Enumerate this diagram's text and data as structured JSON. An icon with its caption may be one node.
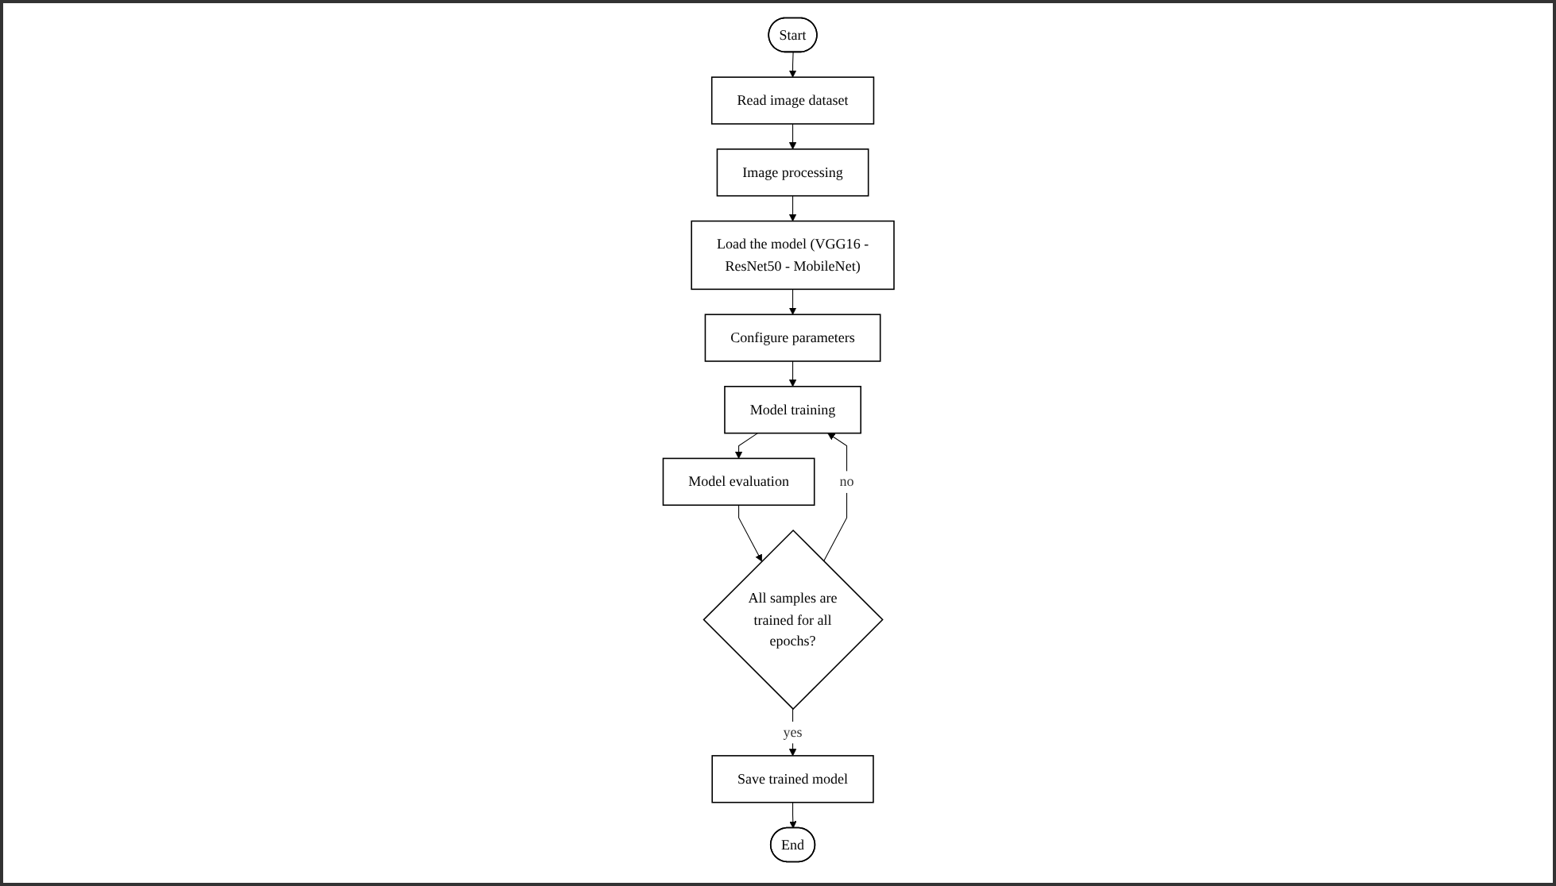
{
  "diagram": {
    "nodes": [
      {
        "text": [
          "Start"
        ]
      },
      {
        "text": [
          "Read image dataset"
        ]
      },
      {
        "text": [
          "Image processing"
        ]
      },
      {
        "text": [
          "Load the model (VGG16 - ResNet50 - MobileNet)"
        ]
      },
      {
        "text": [
          "Configure parameters"
        ]
      },
      {
        "text": [
          "Model training"
        ]
      },
      {
        "text": [
          "Model evaluation"
        ]
      },
      {
        "text": [
          "All samples are trained for all epochs?"
        ]
      },
      {
        "text": [
          "Save trained model"
        ]
      },
      {
        "text": [
          "End"
        ]
      }
    ],
    "edges": [
      {
        "from": 0,
        "to": 1,
        "arrow": "to"
      },
      {
        "from": 1,
        "to": 2,
        "arrow": "to"
      },
      {
        "from": 2,
        "to": 3,
        "arrow": "to"
      },
      {
        "from": 3,
        "to": 4,
        "arrow": "to"
      },
      {
        "from": 4,
        "to": 5,
        "arrow": "to"
      },
      {
        "from": 5,
        "to": 6,
        "arrow": "to"
      },
      {
        "from": 6,
        "to": 7,
        "arrow": "to"
      },
      {
        "from": 7,
        "to": 8,
        "label": "yes",
        "arrow": "to"
      },
      {
        "from": 8,
        "to": 9,
        "arrow": "to"
      },
      {
        "from": 7,
        "to": 5,
        "label": "no",
        "arrow": "to"
      }
    ]
  }
}
